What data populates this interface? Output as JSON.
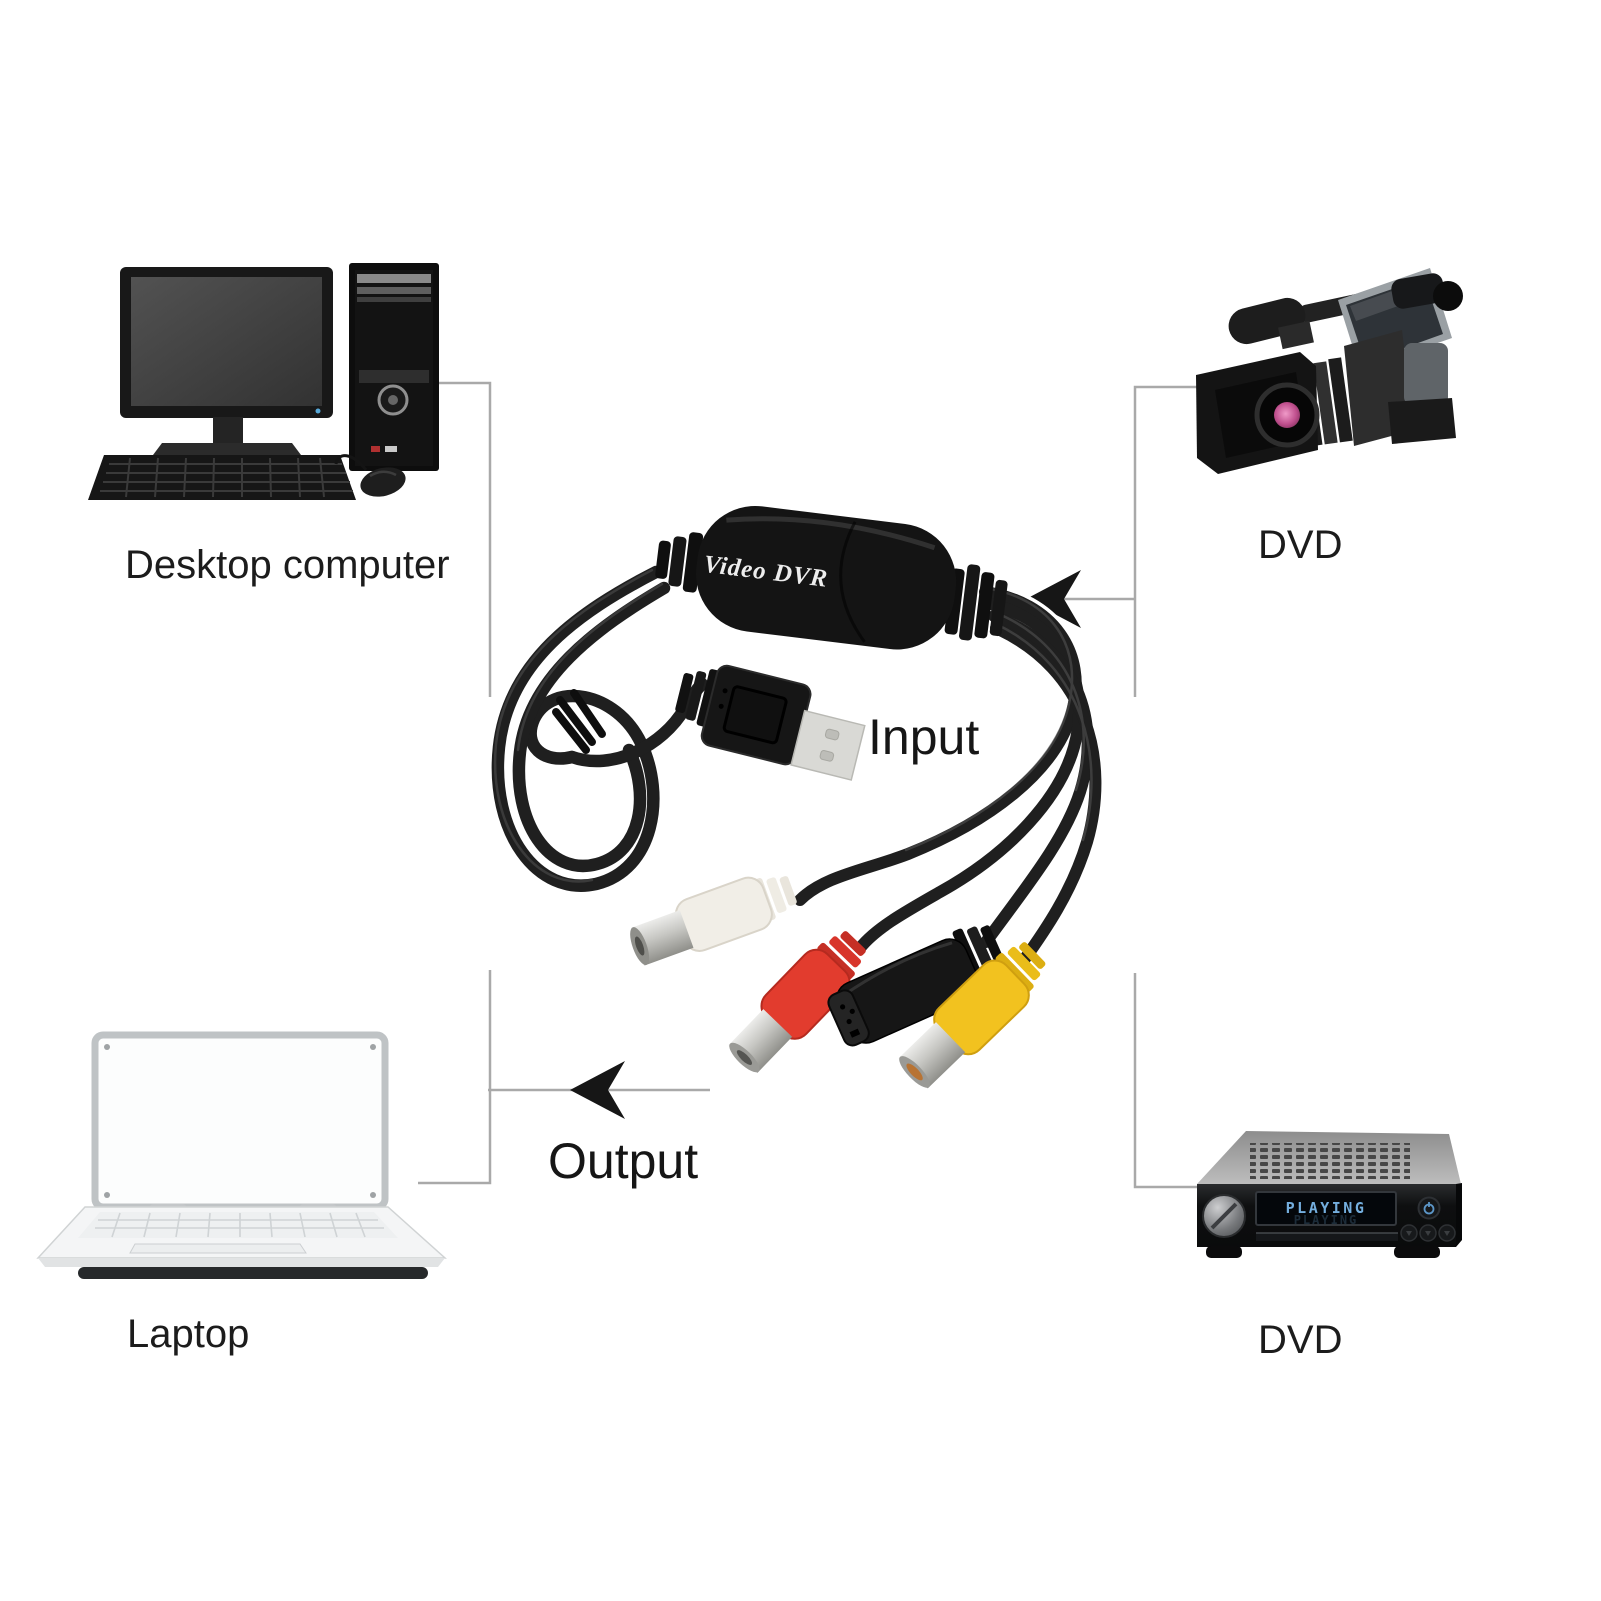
{
  "diagram": {
    "center_device": {
      "brand_label": "Video DVR"
    },
    "flow": {
      "input_label": "Input",
      "output_label": "Output"
    },
    "nodes": {
      "desktop": {
        "label": "Desktop computer"
      },
      "camcorder": {
        "label": "DVD"
      },
      "laptop": {
        "label": "Laptop"
      },
      "dvd_player": {
        "label": "DVD",
        "display_text": "PLAYING"
      }
    },
    "colors": {
      "background": "#ffffff",
      "connector_line": "#a9a9a9",
      "arrow": "#161616",
      "label_text": "#1c1c1c",
      "device_body": "#141414",
      "device_label_text": "#ededed",
      "cable": "#1f1f1f",
      "rca_white": "#f1eee7",
      "rca_red": "#e23c2e",
      "rca_yellow": "#f2c21f",
      "svideo_black": "#161616",
      "usb_metal": "#d9d9d5",
      "display_text_color": "#74aede"
    }
  }
}
